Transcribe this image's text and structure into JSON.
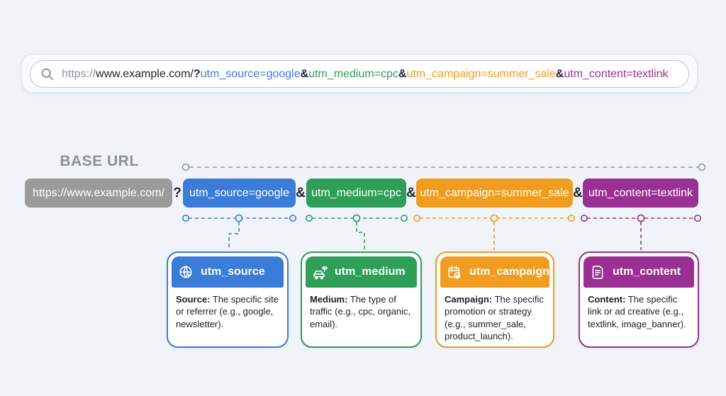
{
  "colors": {
    "background": "#f0f4f9",
    "base_gray": "#9b9b9b",
    "source_blue": "#3c7cd9",
    "medium_green": "#2f9e58",
    "campaign_orange": "#f09c1f",
    "content_purple": "#9a3093",
    "dark_text": "#23262d",
    "muted_text": "#8b919b"
  },
  "url_bar": {
    "segments": [
      {
        "text": "https://"
      },
      {
        "text": "www.example.com/"
      },
      {
        "text": "?"
      },
      {
        "text": "utm_source=google"
      },
      {
        "text": "&"
      },
      {
        "text": "utm_medium=cpc"
      },
      {
        "text": "&"
      },
      {
        "text": "utm_campaign=summer_sale"
      },
      {
        "text": "&"
      },
      {
        "text": "utm_content=textlink"
      }
    ]
  },
  "base_url_label": "BASE URL",
  "param_row": {
    "base": "https://www.example.com/",
    "question_separator": "?",
    "amp_separator": "&",
    "params": [
      "utm_source=google",
      "utm_medium=cpc",
      "utm_campaign=summer_sale",
      "utm_content=textlink"
    ]
  },
  "cards": [
    {
      "title": "utm_source",
      "icon": "globe-cursor-icon",
      "lead": "Source:",
      "description": "The specific site or referrer (e.g., google, newsletter)."
    },
    {
      "title": "utm_medium",
      "icon": "car-traffic-icon",
      "lead": "Medium:",
      "description": "The type of traffic (e.g., cpc, organic, email)."
    },
    {
      "title": "utm_campaign",
      "icon": "calendar-check-icon",
      "lead": "Campaign:",
      "description": "The specific promotion or strategy (e.g., summer_sale, product_launch)."
    },
    {
      "title": "utm_content",
      "icon": "document-icon",
      "lead": "Content:",
      "description": "The specific link or ad creative (e.g., textlink, image_banner)."
    }
  ]
}
